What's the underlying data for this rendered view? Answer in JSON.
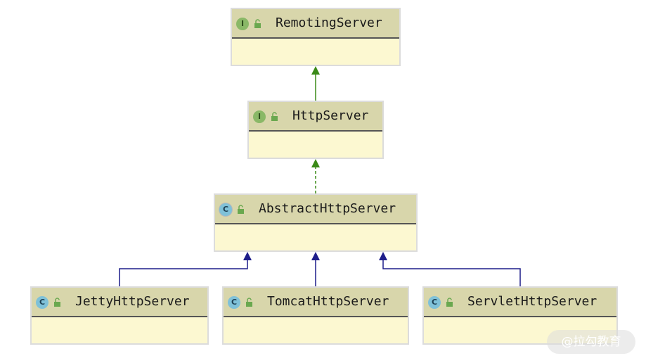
{
  "nodes": {
    "remoting_server": {
      "name": "RemotingServer",
      "kind": "interface",
      "badge": "I"
    },
    "http_server": {
      "name": "HttpServer",
      "kind": "interface",
      "badge": "I"
    },
    "abstract_http_server": {
      "name": "AbstractHttpServer",
      "kind": "abstract class",
      "badge": "C"
    },
    "jetty_http_server": {
      "name": "JettyHttpServer",
      "kind": "class",
      "badge": "C"
    },
    "tomcat_http_server": {
      "name": "TomcatHttpServer",
      "kind": "class",
      "badge": "C"
    },
    "servlet_http_server": {
      "name": "ServletHttpServer",
      "kind": "class",
      "badge": "C"
    }
  },
  "relations": [
    {
      "from": "HttpServer",
      "to": "RemotingServer",
      "type": "extends"
    },
    {
      "from": "AbstractHttpServer",
      "to": "HttpServer",
      "type": "implements"
    },
    {
      "from": "JettyHttpServer",
      "to": "AbstractHttpServer",
      "type": "extends"
    },
    {
      "from": "TomcatHttpServer",
      "to": "AbstractHttpServer",
      "type": "extends"
    },
    {
      "from": "ServletHttpServer",
      "to": "AbstractHttpServer",
      "type": "extends"
    }
  ],
  "colors": {
    "interface_arrow": "#3a8a17",
    "class_arrow": "#1d1d8a",
    "box_header": "#d8d6ab",
    "box_body": "#fcf8d1"
  },
  "icons": {
    "interface": "interface-icon",
    "class": "class-icon",
    "visibility": "unlocked-icon"
  },
  "watermark": "@拉勾教育"
}
